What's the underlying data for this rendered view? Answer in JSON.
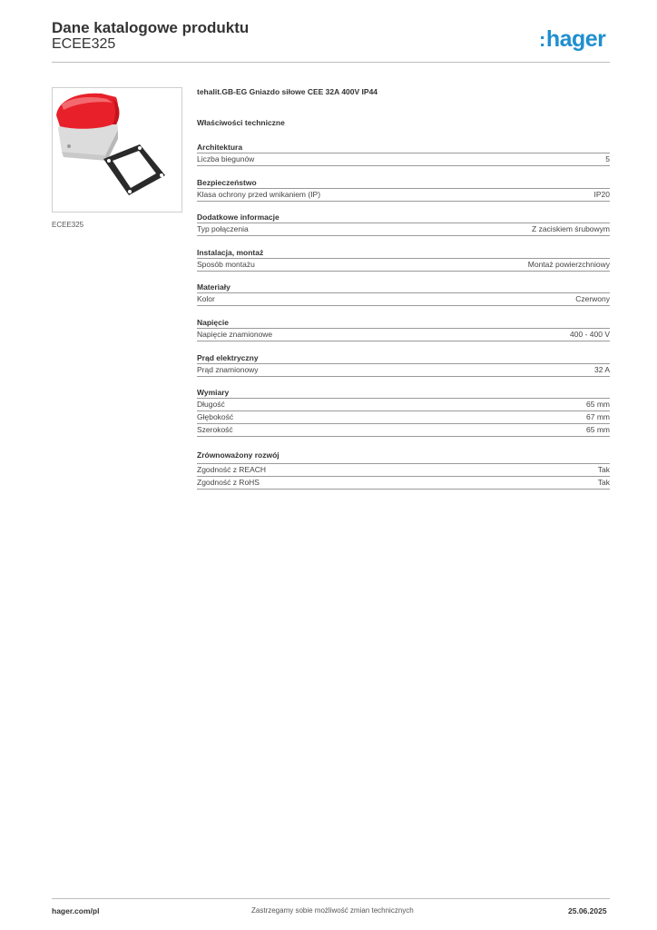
{
  "header": {
    "title": "Dane katalogowe produktu",
    "subtitle": "ECEE325",
    "logo": "hager"
  },
  "product": {
    "image_caption": "ECEE325",
    "title": "tehalit.GB-EG Gniazdo siłowe CEE 32A 400V IP44"
  },
  "properties_title": "Właściwości techniczne",
  "sections": [
    {
      "heading": "Architektura",
      "rows": [
        {
          "label": "Liczba biegunów",
          "value": "5"
        }
      ]
    },
    {
      "heading": "Bezpieczeństwo",
      "rows": [
        {
          "label": "Klasa ochrony przed wnikaniem (IP)",
          "value": "IP20"
        }
      ]
    },
    {
      "heading": "Dodatkowe informacje",
      "rows": [
        {
          "label": "Typ połączenia",
          "value": "Z zaciskiem śrubowym"
        }
      ]
    },
    {
      "heading": "Instalacja, montaż",
      "rows": [
        {
          "label": "Sposób montażu",
          "value": "Montaż powierzchniowy"
        }
      ]
    },
    {
      "heading": "Materiały",
      "rows": [
        {
          "label": "Kolor",
          "value": "Czerwony"
        }
      ]
    },
    {
      "heading": "Napięcie",
      "rows": [
        {
          "label": "Napięcie znamionowe",
          "value": "400 - 400 V"
        }
      ]
    },
    {
      "heading": "Prąd elektryczny",
      "rows": [
        {
          "label": "Prąd znamionowy",
          "value": "32 A"
        }
      ]
    },
    {
      "heading": "Wymiary",
      "rows": [
        {
          "label": "Długość",
          "value": "65 mm"
        },
        {
          "label": "Głębokość",
          "value": "67 mm"
        },
        {
          "label": "Szerokość",
          "value": "65 mm"
        }
      ]
    },
    {
      "heading": "Zrównoważony rozwój",
      "rows": [
        {
          "label": "Zgodność z REACH",
          "value": "Tak"
        },
        {
          "label": "Zgodność z RoHS",
          "value": "Tak"
        }
      ]
    }
  ],
  "footer": {
    "website": "hager.com/pl",
    "disclaimer": "Zastrzegamy sobie możliwość zmian technicznych",
    "date": "25.06.2025"
  },
  "colors": {
    "logo_blue": "#1f8fd0",
    "product_red": "#e8202a"
  }
}
